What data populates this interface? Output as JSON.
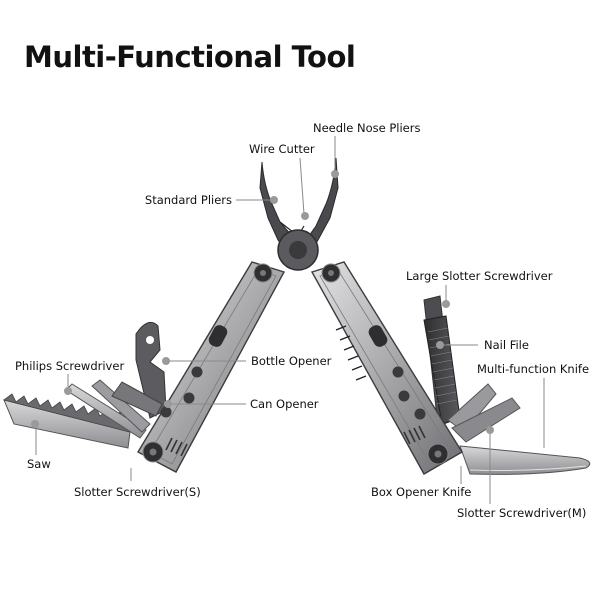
{
  "title": "Multi-Functional Tool",
  "colors": {
    "steel_dark": "#3f3f42",
    "steel_mid": "#8c8c8f",
    "steel_light": "#d4d4d6",
    "leader": "#8a8a8a",
    "text": "#111111"
  },
  "labels": {
    "needle_nose_pliers": "Needle Nose Pliers",
    "wire_cutter": "Wire Cutter",
    "standard_pliers": "Standard Pliers",
    "large_slotter_screwdriver": "Large Slotter Screwdriver",
    "nail_file": "Nail File",
    "philips_screwdriver": "Philips Screwdriver",
    "bottle_opener": "Bottle Opener",
    "multi_function_knife": "Multi-function Knife",
    "can_opener": "Can Opener",
    "saw": "Saw",
    "slotter_screwdriver_s": "Slotter Screwdriver(S)",
    "box_opener_knife": "Box Opener Knife",
    "slotter_screwdriver_m": "Slotter Screwdriver(M)"
  }
}
